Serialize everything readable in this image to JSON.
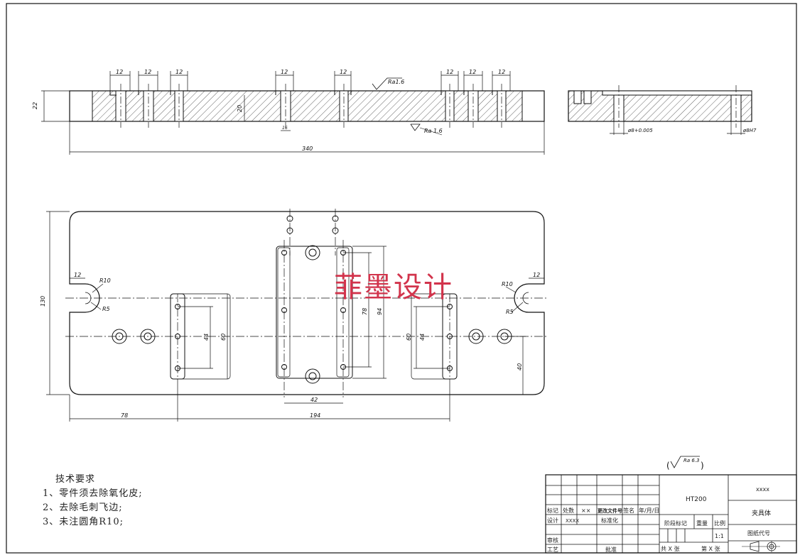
{
  "watermark": "菲墨设计",
  "tech_requirements": {
    "heading": "技术要求",
    "items": [
      "1、零件须去除氧化皮;",
      "2、去除毛刺飞边;",
      "3、未注圆角R10;"
    ]
  },
  "front_view": {
    "dims": {
      "slot_widths": [
        "12",
        "12",
        "12",
        "12",
        "12",
        "12",
        "12",
        "12"
      ],
      "thickness": "22",
      "overall_length": "340",
      "inner_depth": "20",
      "small_gap": "16"
    },
    "roughness_top": "Ra1.6",
    "roughness_bottom": "Ra 1.6"
  },
  "side_view": {
    "hole_fit_left": "ø8+0.005",
    "hole_fit_right": "ø8H7"
  },
  "plan_view": {
    "dims": {
      "height": "130",
      "left_slot_width": "12",
      "right_slot_width": "12",
      "r_left_outer": "R10",
      "r_left_inner": "R5",
      "r_right_outer": "R10",
      "r_right_inner": "R5",
      "left_pad_outer": "60",
      "left_pad_inner": "44",
      "center_inner": "78",
      "center_outer": "94",
      "right_pad_outer": "60",
      "right_pad_inner": "44",
      "right_offset": "40",
      "center_spacing": "42",
      "bottom_left": "78",
      "bottom_span": "194"
    }
  },
  "general_roughness": "Ra 6.3",
  "title_block": {
    "material": "HT200",
    "code": "xxxx",
    "part_name": "夹具体",
    "drawing_no_label": "图纸代号",
    "scale": "1:1",
    "labels": {
      "biaoji": "标记",
      "chushu": "处数",
      "xx": "××",
      "doc_no": "更改文件号",
      "sign": "签名",
      "date": "年/月/日",
      "design": "设计",
      "design_val": "XXXX",
      "standardize": "标准化",
      "stage": "阶段标记",
      "weight": "重量",
      "ratio": "比例",
      "review": "审核",
      "process": "工艺",
      "approve": "批准",
      "total_sheets": "共 X 张",
      "sheet_no": "第 X 张"
    }
  }
}
